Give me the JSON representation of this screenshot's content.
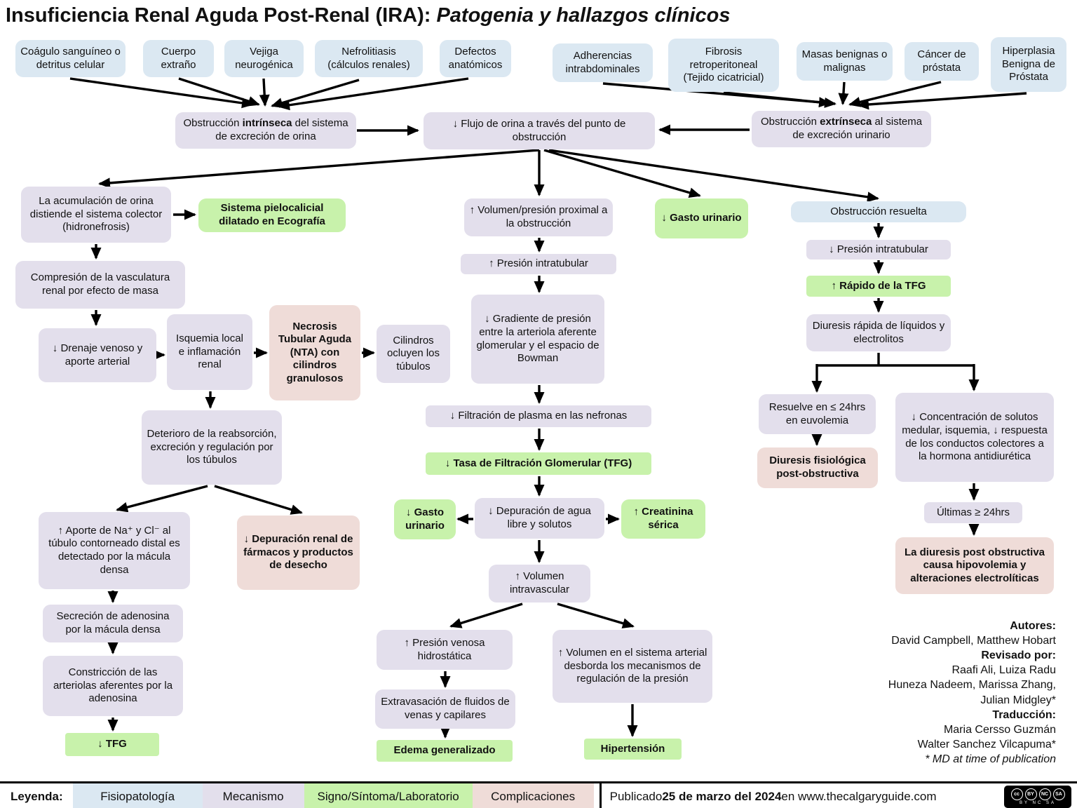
{
  "title": {
    "main": "Insuficiencia Renal Aguda Post-Renal (IRA): ",
    "subtitle_italic": "Patogenia y hallazgos clínicos"
  },
  "nodes": {
    "coagulo": {
      "text": "Coágulo sanguíneo o detritus celular"
    },
    "cuerpo": {
      "text": "Cuerpo extraño"
    },
    "vejiga": {
      "text": "Vejiga neurogénica"
    },
    "nefrolitiasis": {
      "text": "Nefrolitiasis (cálculos renales)"
    },
    "defectos": {
      "text": "Defectos anatómicos"
    },
    "adherencias": {
      "text": "Adherencias intrabdominales"
    },
    "fibrosis": {
      "text": "Fibrosis retroperitoneal (Tejido cicatricial)"
    },
    "masas": {
      "text": "Masas benignas o malignas"
    },
    "cancer": {
      "text": "Cáncer de próstata"
    },
    "hiperplasia": {
      "text": "Hiperplasia Benigna de Próstata"
    },
    "intrinseca": {
      "pre": "Obstrucción ",
      "bold": "intrínseca",
      "post": " del sistema de excreción de orina"
    },
    "flujo": {
      "text": "↓ Flujo de orina a través del punto de obstrucción"
    },
    "extrinseca": {
      "pre": "Obstrucción ",
      "bold": "extrínseca",
      "post": " al sistema de excreción urinario"
    },
    "acumulacion": {
      "text": "La acumulación de orina distiende el sistema colector (hidronefrosis)"
    },
    "pielocalicial": {
      "text": "Sistema pielocalicial dilatado en Ecografía"
    },
    "volumen_presion": {
      "text": "↑ Volumen/presión proximal a la obstrucción"
    },
    "gasto_top": {
      "text": "↓ Gasto urinario"
    },
    "obstruccion_resuelta": {
      "text": "Obstrucción resuelta"
    },
    "compresion": {
      "text": "Compresión de la vasculatura renal por efecto de masa"
    },
    "drenaje": {
      "text": "↓ Drenaje venoso y aporte arterial"
    },
    "isquemia": {
      "text": "Isquemia local e inflamación renal"
    },
    "nta": {
      "text": "Necrosis Tubular Aguda (NTA) con cilindros granulosos"
    },
    "cilindros": {
      "text": "Cilindros ocluyen los túbulos"
    },
    "deterioro": {
      "text": "Deterioro de la reabsorción, excreción y regulación por los túbulos"
    },
    "aporte": {
      "text": "↑ Aporte de Na⁺ y Cl⁻ al túbulo contorneado distal es detectado por la mácula densa"
    },
    "depuracion_farmacos": {
      "text": "↓ Depuración renal de fármacos y productos de desecho"
    },
    "secrecion": {
      "text": "Secreción de adenosina por la mácula densa"
    },
    "constriccion": {
      "text": "Constricción de las arteriolas aferentes por la adenosina"
    },
    "tfg_left": {
      "text": "↓ TFG"
    },
    "presion_intratubular": {
      "text": "↑ Presión intratubular"
    },
    "gradiente": {
      "text": "↓ Gradiente de presión entre la arteriola aferente glomerular y el espacio de Bowman"
    },
    "filtracion": {
      "text": "↓ Filtración de plasma en las nefronas"
    },
    "tasa_tfg": {
      "text": "↓ Tasa de Filtración Glomerular (TFG)"
    },
    "gasto_center": {
      "text": "↓ Gasto urinario"
    },
    "depuracion_agua": {
      "text": "↓ Depuración de agua libre y solutos"
    },
    "creatinina": {
      "text": "↑ Creatinina sérica"
    },
    "volumen_intravascular": {
      "text": "↑ Volumen intravascular"
    },
    "presion_venosa": {
      "text": "↑ Presión venosa hidrostática"
    },
    "volumen_arterial": {
      "text": "↑ Volumen en el sistema arterial desborda los mecanismos de regulación de la presión"
    },
    "extravasacion": {
      "text": "Extravasación de fluidos de venas y capilares"
    },
    "edema": {
      "text": "Edema generalizado"
    },
    "hipertension": {
      "text": "Hipertensión"
    },
    "presion_intra_r": {
      "text": "↓ Presión intratubular"
    },
    "rapido_tfg": {
      "text": "↑ Rápido de la TFG"
    },
    "diuresis_rapida": {
      "text": "Diuresis rápida de líquidos y electrolitos"
    },
    "resuelve": {
      "text": "Resuelve en ≤ 24hrs en euvolemia"
    },
    "diuresis_fisiologica": {
      "text": "Diuresis fisiológica post-obstructiva"
    },
    "concentracion": {
      "text": "↓ Concentración de solutos medular, isquemia, ↓ respuesta de los conductos colectores a la hormona antidiurética"
    },
    "ultimas": {
      "text": "Últimas ≥ 24hrs"
    },
    "diuresis_post": {
      "text": "La diuresis post obstructiva causa hipovolemia y alteraciones electrolíticas"
    }
  },
  "authors": {
    "lines": [
      {
        "text": "Autores:"
      },
      {
        "text": "David Campbell, Matthew Hobart"
      },
      {
        "text": "Revisado por:"
      },
      {
        "text": "Raafi Ali, Luiza Radu"
      },
      {
        "text": "Huneza Nadeem, Marissa Zhang,"
      },
      {
        "text": "Julian Midgley*"
      },
      {
        "text": "Traducción:"
      },
      {
        "text": "Maria Cersso Guzmán"
      },
      {
        "text": "Walter Sanchez Vilcapuma*"
      },
      {
        "text": "* MD at time of publication"
      }
    ]
  },
  "legend": {
    "label": "Leyenda:",
    "items": [
      {
        "label": "Fisiopatología",
        "color": "#dbe8f2"
      },
      {
        "label": "Mecanismo",
        "color": "#e3dfec"
      },
      {
        "label": "Signo/Síntoma/Laboratorio",
        "color": "#c8f2ab"
      },
      {
        "label": "Complicaciones",
        "color": "#efdcd8"
      }
    ]
  },
  "footer": {
    "pre": "Publicado ",
    "bold": "25 de marzo del 2024",
    "post": " en www.thecalgaryguide.com",
    "license": {
      "cc": "cc",
      "by": "BY",
      "nc": "NC",
      "sa": "SA",
      "caption": "BY NC SA"
    }
  },
  "colors": {
    "pathophysiology": "#dbe8f2",
    "mechanism": "#e3dfec",
    "sign_symptom_lab": "#c8f2ab",
    "complication": "#efdcd8",
    "arrow": "#000000"
  }
}
